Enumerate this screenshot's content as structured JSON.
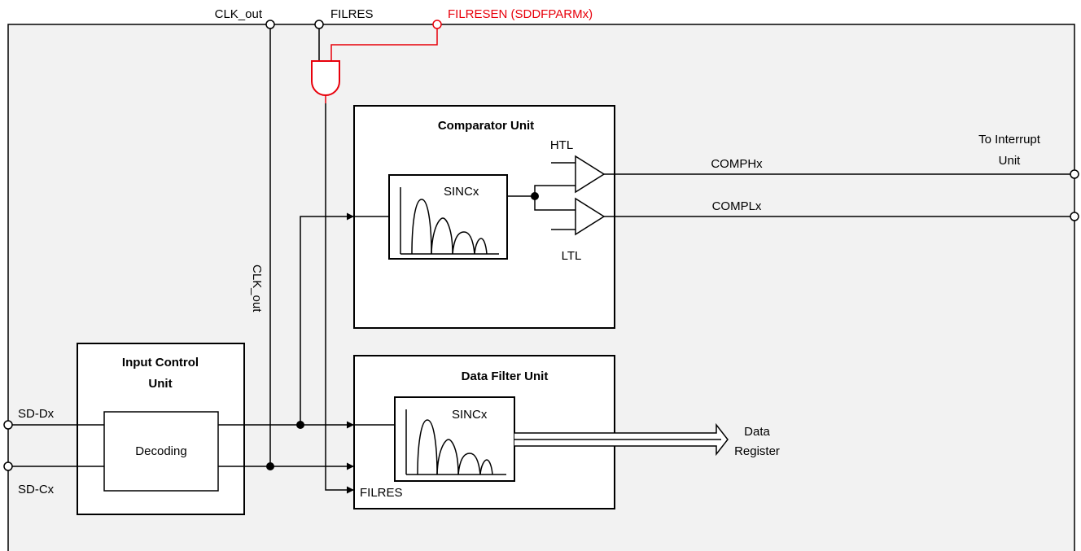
{
  "labels": {
    "clk_out_top": "CLK_out",
    "filres_top": "FILRES",
    "filresen": "FILRESEN (SDDFPARMx)",
    "comparator_title": "Comparator Unit",
    "htl": "HTL",
    "ltl": "LTL",
    "sinc_comparator": "SINCx",
    "comphx": "COMPHx",
    "complx": "COMPLx",
    "to_interrupt_1": "To Interrupt",
    "to_interrupt_2": "Unit",
    "clk_out_vertical": "CLK_out",
    "input_control_1": "Input Control",
    "input_control_2": "Unit",
    "decoding": "Decoding",
    "sd_dx": "SD-Dx",
    "sd_cx": "SD-Cx",
    "data_filter_title": "Data Filter Unit",
    "sinc_filter": "SINCx",
    "filres_bottom": "FILRES",
    "data_register_1": "Data",
    "data_register_2": "Register"
  },
  "colors": {
    "background_panel": "#f2f2f2",
    "line": "#000000",
    "highlight": "#e8000b",
    "box_fill": "#ffffff"
  }
}
